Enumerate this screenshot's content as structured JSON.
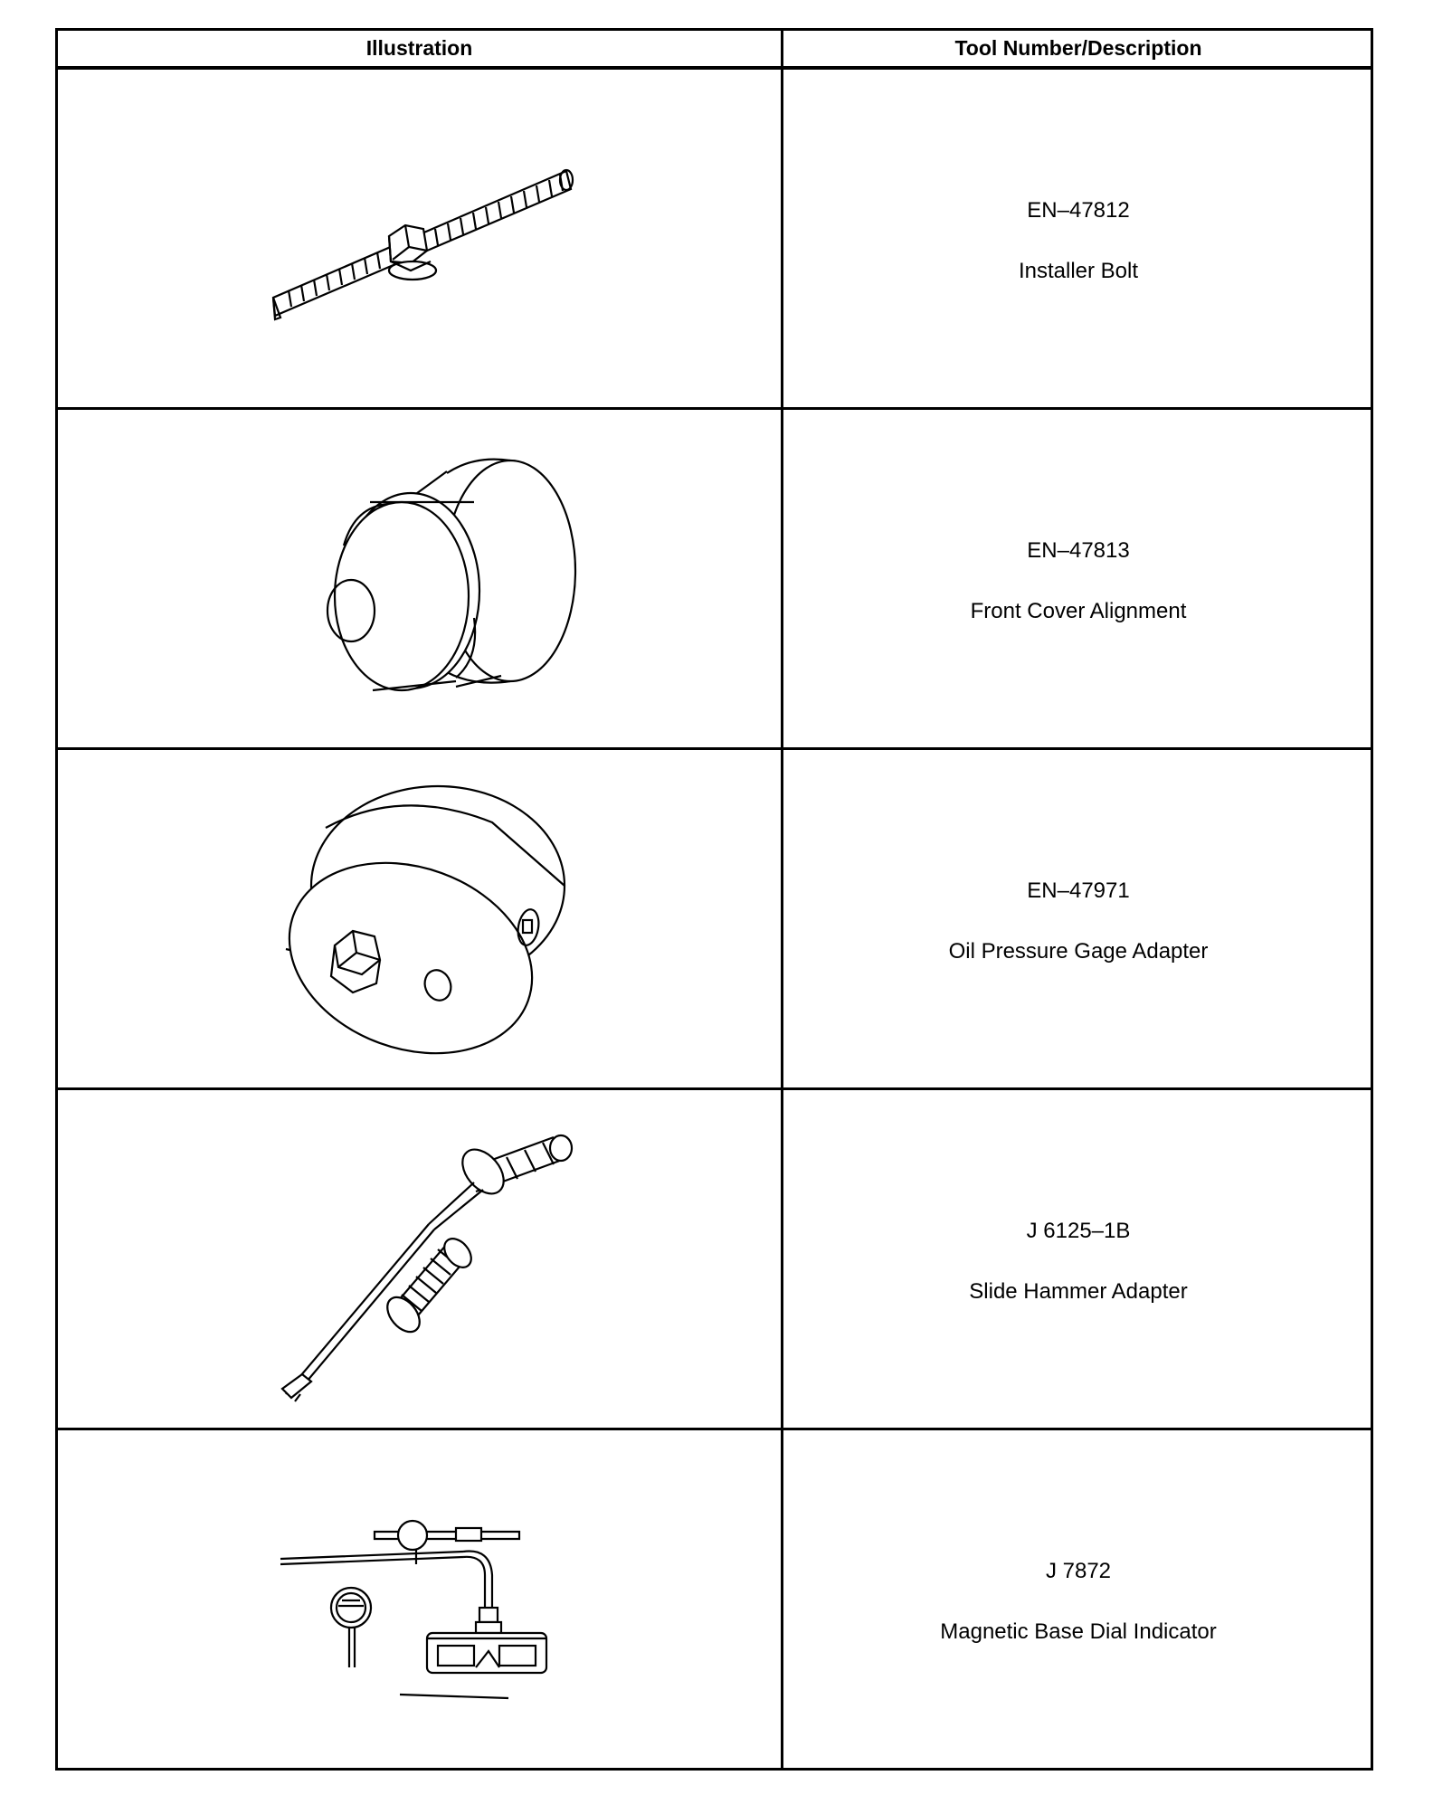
{
  "table": {
    "headers": {
      "illustration": "Illustration",
      "tool": "Tool Number/Description"
    },
    "rows": [
      {
        "number": "EN–47812",
        "description": "Installer Bolt",
        "icon": "installer-bolt-icon"
      },
      {
        "number": "EN–47813",
        "description": "Front Cover Alignment",
        "icon": "front-cover-alignment-icon"
      },
      {
        "number": "EN–47971",
        "description": "Oil Pressure Gage Adapter",
        "icon": "oil-pressure-gage-adapter-icon"
      },
      {
        "number": "J 6125–1B",
        "description": "Slide Hammer Adapter",
        "icon": "slide-hammer-adapter-icon"
      },
      {
        "number": "J 7872",
        "description": "Magnetic Base Dial Indicator",
        "icon": "magnetic-base-dial-indicator-icon"
      }
    ]
  }
}
